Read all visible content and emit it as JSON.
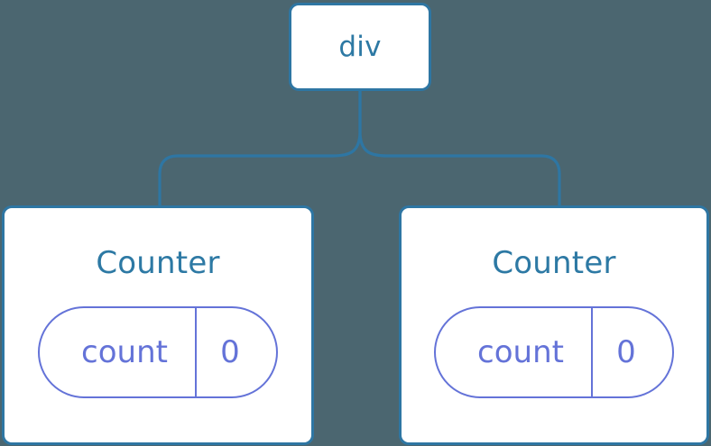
{
  "diagram": {
    "type": "component-tree",
    "background_color": "#4b6670",
    "node_border_color": "#2e76a3",
    "node_fill_color": "#ffffff",
    "title_text_color": "#2d79a4",
    "state_accent_color": "#6473d8",
    "connector_color": "#2e76a3",
    "root": {
      "label": "div"
    },
    "children": [
      {
        "label": "Counter",
        "state": {
          "key": "count",
          "value": "0"
        }
      },
      {
        "label": "Counter",
        "state": {
          "key": "count",
          "value": "0"
        }
      }
    ]
  }
}
